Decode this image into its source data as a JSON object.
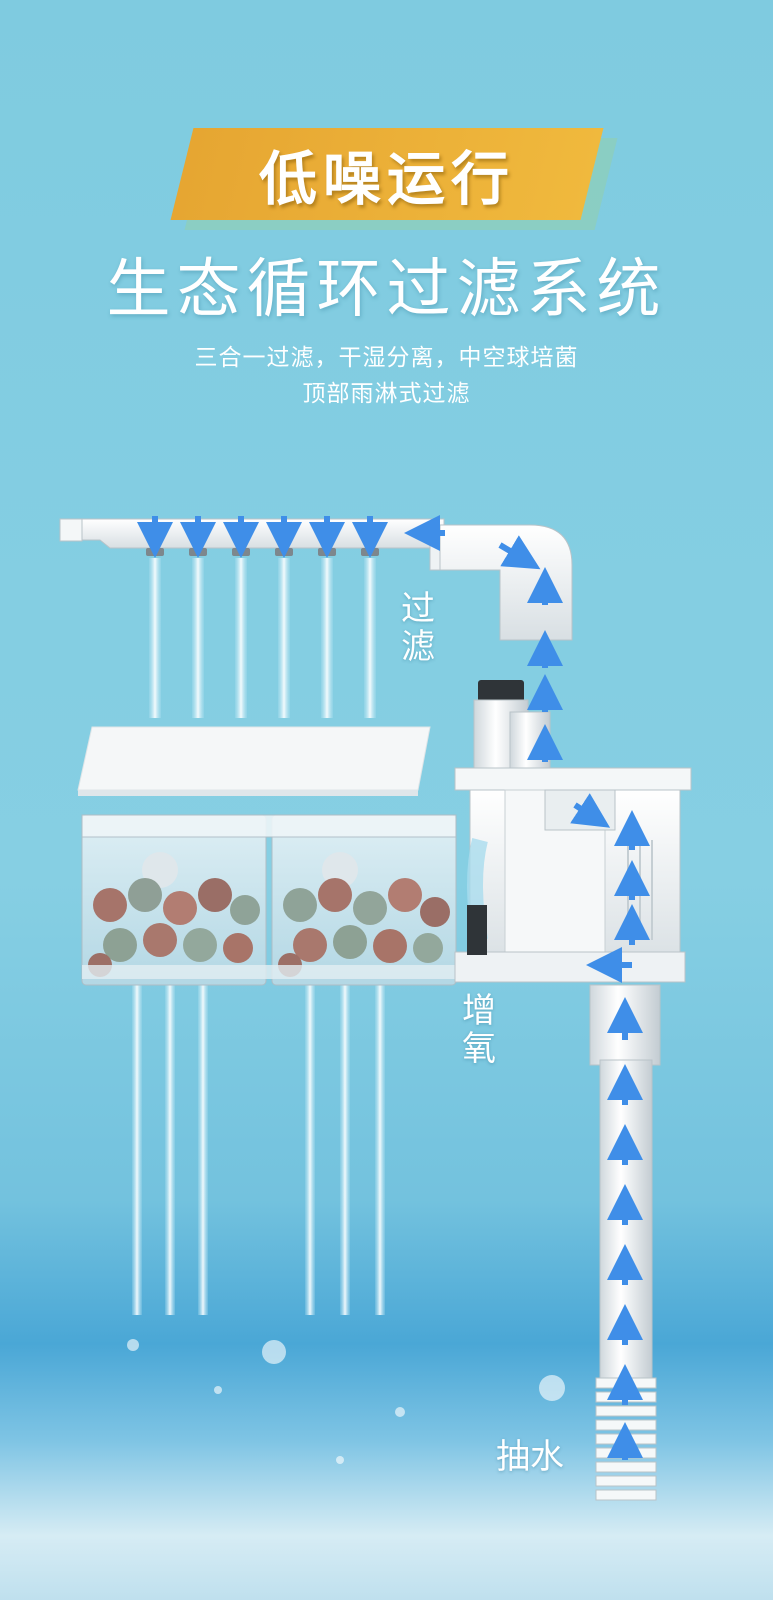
{
  "banner": {
    "text": "低噪运行"
  },
  "title": "生态循环过滤系统",
  "subtitle_1": "三合一过滤，干湿分离，中空球培菌",
  "subtitle_2": "顶部雨淋式过滤",
  "labels": {
    "filter": "过滤",
    "oxygen": "增氧",
    "pump": "抽水"
  },
  "colors": {
    "banner": "#eeb03a",
    "arrow": "#3f8ee8",
    "background": "#86cfe3"
  }
}
